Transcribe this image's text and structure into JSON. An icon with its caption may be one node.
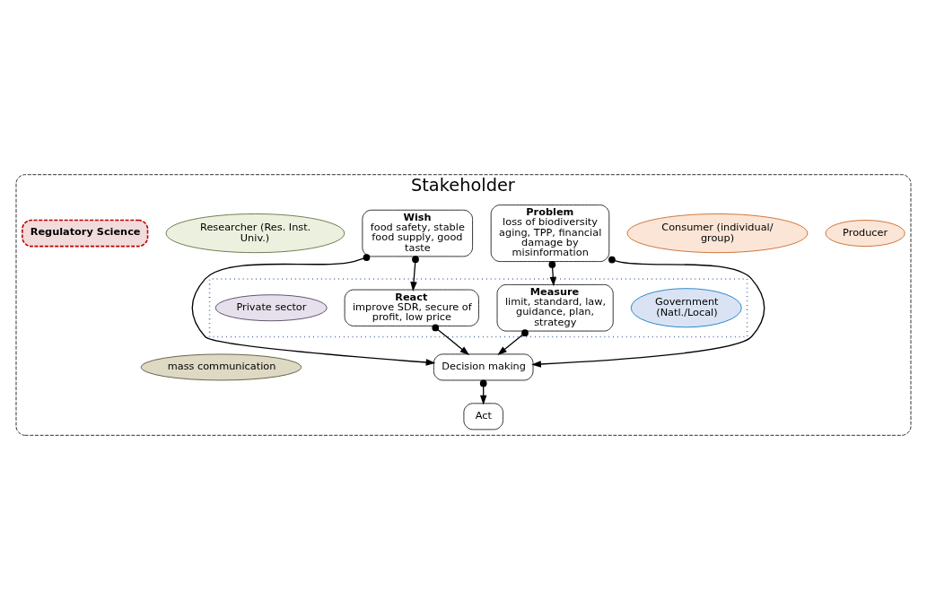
{
  "diagram": {
    "nodes": [
      {
        "text": [
          "Stakeholder"
        ]
      },
      {
        "text": [
          "Producer"
        ],
        "in": 0
      },
      {
        "text": [
          "Consumer (individual/ group)"
        ],
        "in": 0
      },
      {
        "text": [
          "Problem",
          "loss of biodiversity aging, TPP, financial damage by misinformation"
        ],
        "in": 0
      },
      {
        "text": [
          "Wish",
          "food safety, stable food supply, good taste"
        ],
        "in": 0
      },
      {
        "text": [
          "Researcher (Res. Inst. Univ.)"
        ],
        "in": 0
      },
      {
        "text": [
          "Regulatory Science"
        ],
        "in": 0
      },
      {
        "text": [],
        "shape": "box",
        "in": 0
      },
      {
        "text": [
          "Government (Natl./Local)"
        ],
        "in": 7
      },
      {
        "text": [
          "Measure",
          "limit, standard, law, guidance, plan, strategy"
        ],
        "in": 7
      },
      {
        "text": [
          "React",
          "improve SDR, secure of profit, low price"
        ],
        "in": 7
      },
      {
        "text": [
          "Private sector"
        ],
        "in": 7
      },
      {
        "text": [
          "Decision making"
        ],
        "in": 0
      },
      {
        "text": [
          "mass communication"
        ],
        "in": 0
      },
      {
        "text": [
          "Act"
        ],
        "in": 0
      }
    ],
    "edges": [
      {
        "from": 3,
        "to": 9,
        "arrow": "to"
      },
      {
        "from": 4,
        "to": 10,
        "arrow": "to"
      },
      {
        "from": 3,
        "to": 12,
        "arrow": "to"
      },
      {
        "from": 4,
        "to": 12,
        "arrow": "to"
      },
      {
        "from": 9,
        "to": 12,
        "arrow": "to"
      },
      {
        "from": 10,
        "to": 12,
        "arrow": "to"
      },
      {
        "from": 12,
        "to": 14,
        "arrow": "to"
      }
    ]
  }
}
